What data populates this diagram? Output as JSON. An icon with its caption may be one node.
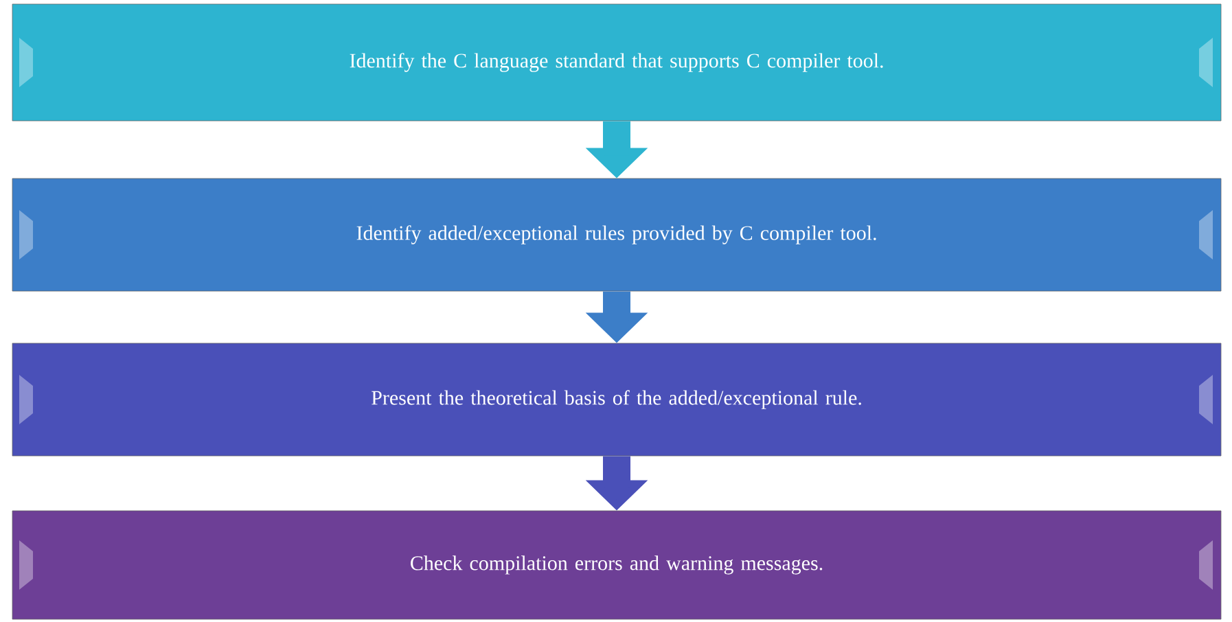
{
  "diagram": {
    "nodes": [
      {
        "text": [
          "Identify the C language standard that supports C compiler tool."
        ]
      },
      {
        "text": [
          "Identify added/exceptional rules provided by C compiler tool."
        ]
      },
      {
        "text": [
          "Present the theoretical basis of the added/exceptional rule."
        ]
      },
      {
        "text": [
          "Check compilation errors and warning messages."
        ]
      }
    ],
    "edges": [
      {
        "from": 0,
        "to": 1,
        "arrow": "to",
        "color": "#2db4d0"
      },
      {
        "from": 1,
        "to": 2,
        "arrow": "to",
        "color": "#3c7ec8"
      },
      {
        "from": 2,
        "to": 3,
        "arrow": "to",
        "color": "#4a50b8"
      }
    ]
  }
}
